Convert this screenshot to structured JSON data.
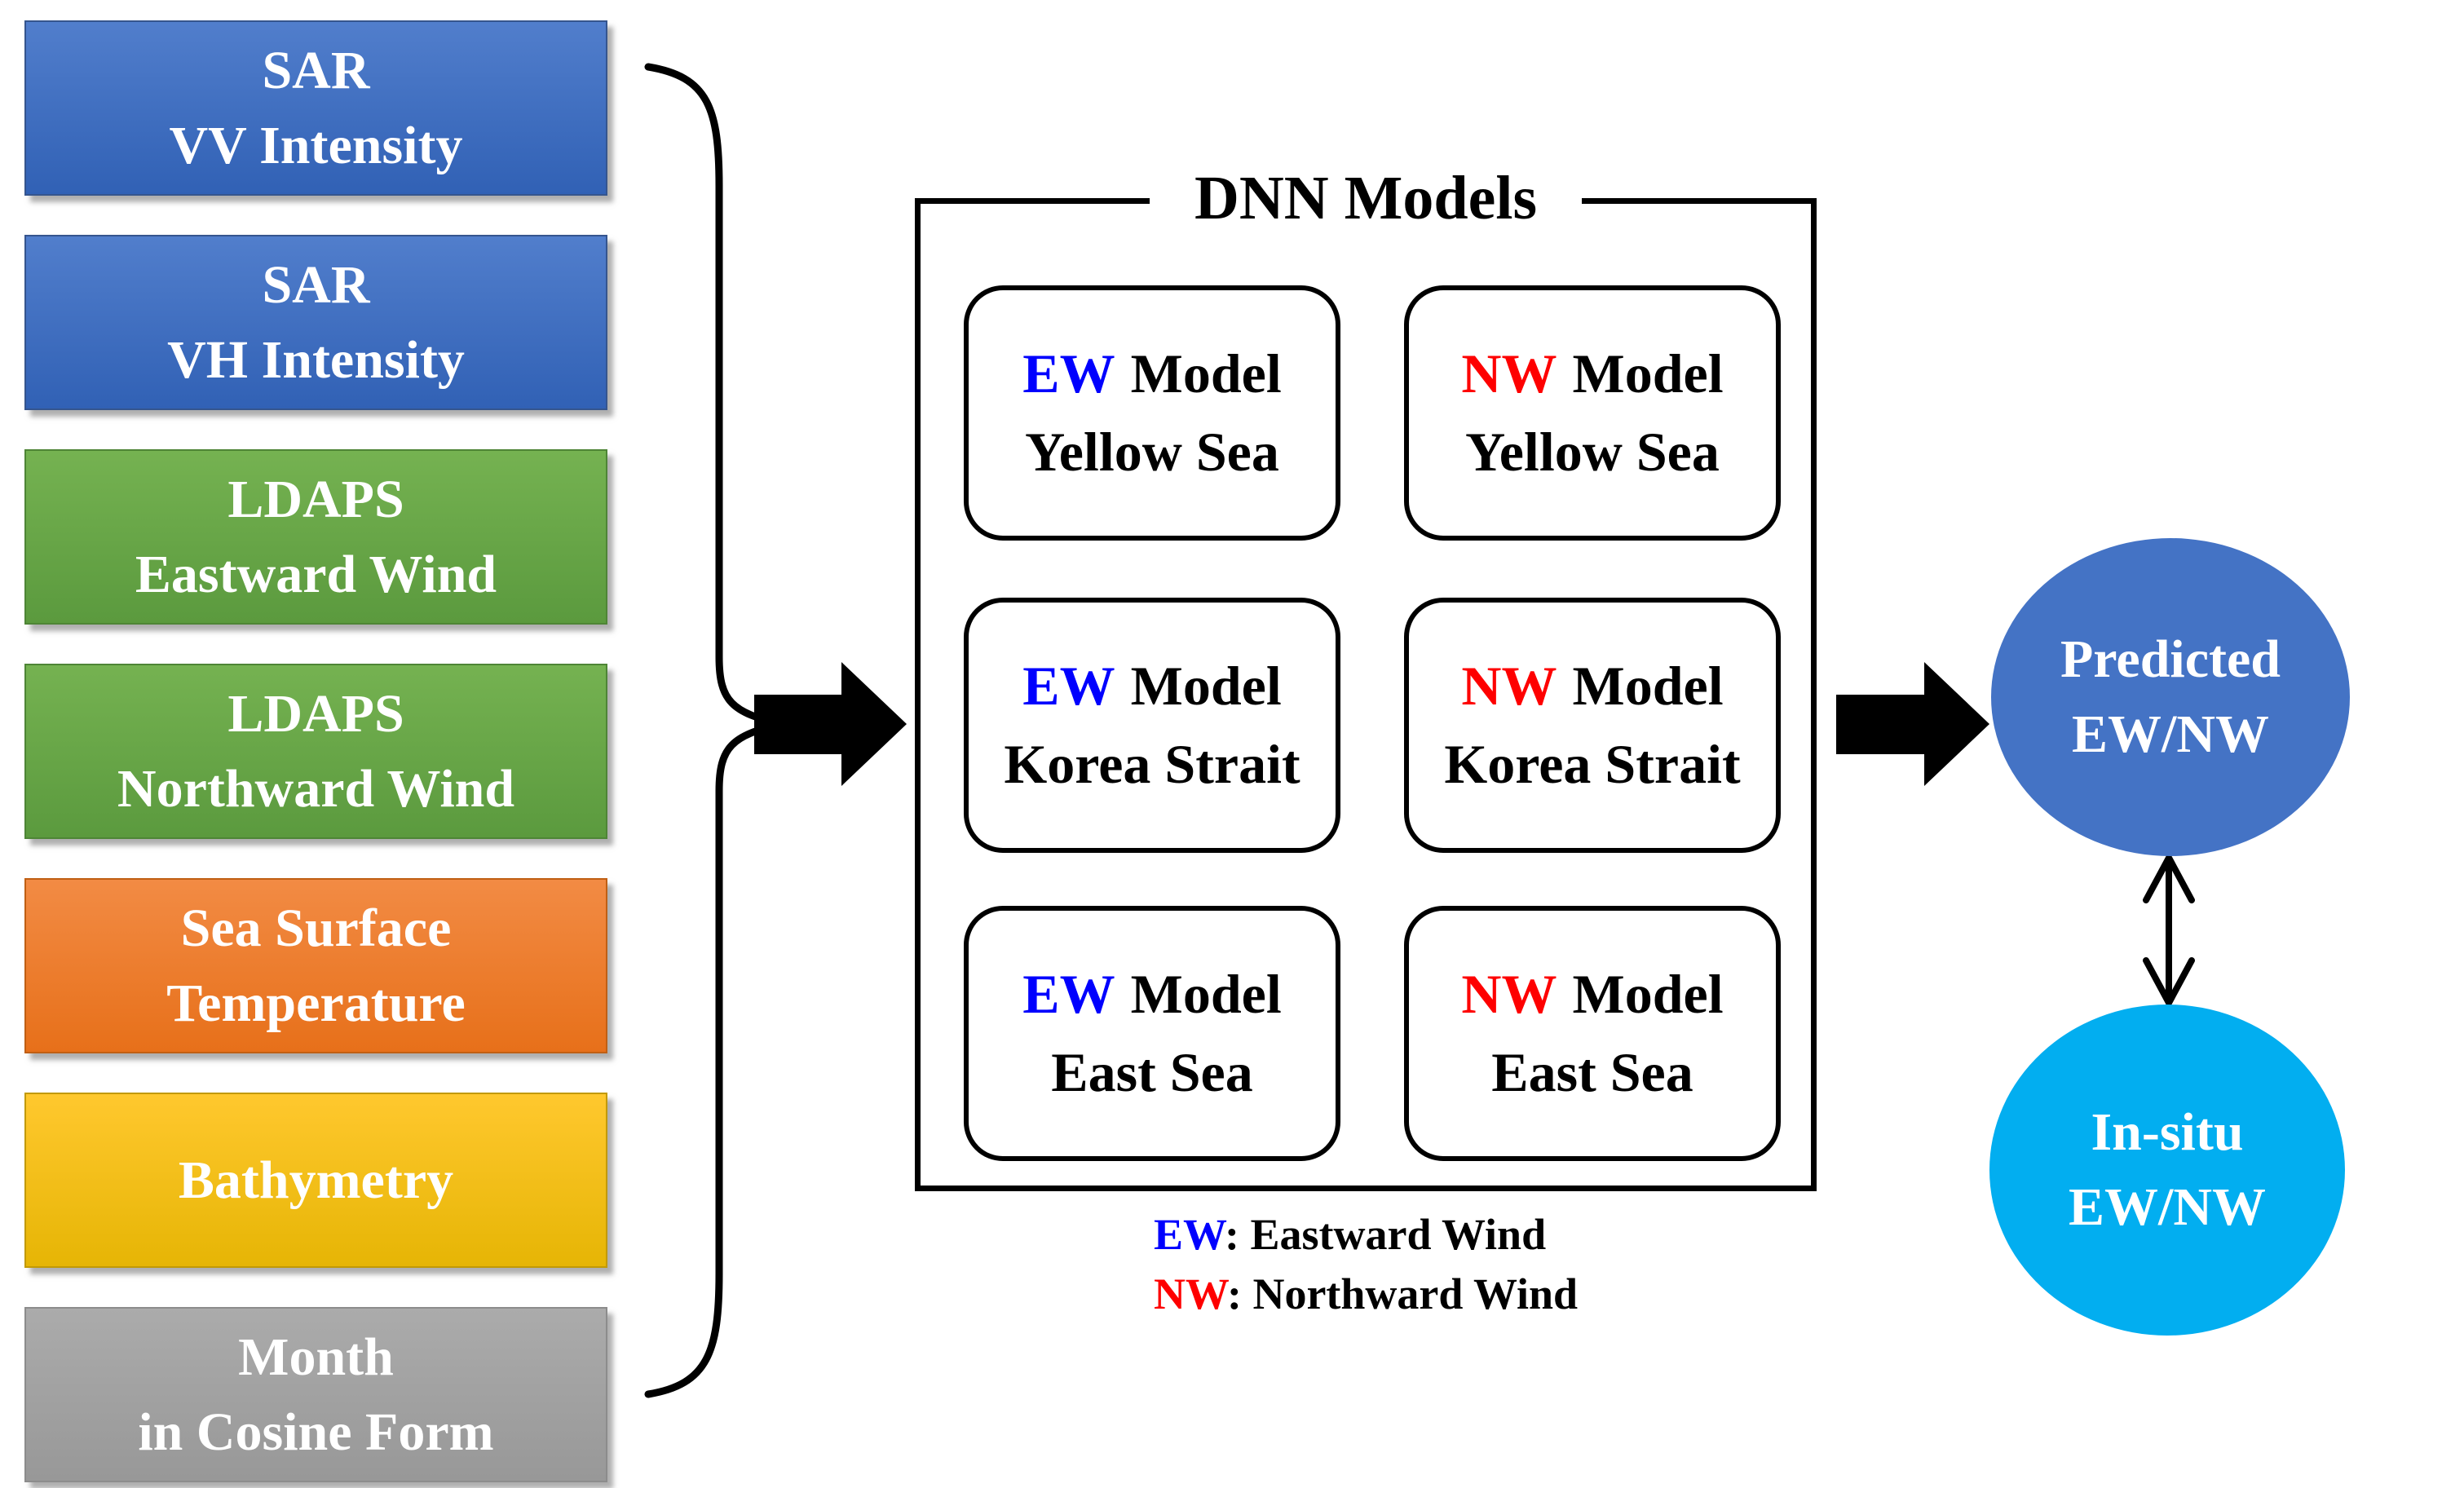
{
  "figure": {
    "background": "#ffffff",
    "accent_blue": "#0000FE",
    "accent_red": "#FE0000"
  },
  "inputs": {
    "items": [
      {
        "name": "sar-vv-intensity",
        "line1": "SAR",
        "line2": "VV Intensity",
        "color": "#4472C4"
      },
      {
        "name": "sar-vh-intensity",
        "line1": "SAR",
        "line2": "VH Intensity",
        "color": "#4472C4"
      },
      {
        "name": "ldaps-eastward-wind",
        "line1": "LDAPS",
        "line2": "Eastward Wind",
        "color": "#6AA84F"
      },
      {
        "name": "ldaps-northward-wind",
        "line1": "LDAPS",
        "line2": "Northward Wind",
        "color": "#6AA84F"
      },
      {
        "name": "sea-surface-temperature",
        "line1": "Sea Surface",
        "line2": "Temperature",
        "color": "#ED7D31"
      },
      {
        "name": "bathymetry",
        "line1": "Bathymetry",
        "line2": "",
        "color": "#FFC000"
      },
      {
        "name": "month-in-cosine-form",
        "line1": "Month",
        "line2": "in Cosine Form",
        "color": "#A6A6A6"
      }
    ]
  },
  "dnn": {
    "title": "DNN Models",
    "models": [
      {
        "prefix": "EW",
        "rest": "Model",
        "region": "Yellow Sea",
        "prefix_color": "#0000FE"
      },
      {
        "prefix": "NW",
        "rest": "Model",
        "region": "Yellow Sea",
        "prefix_color": "#FE0000"
      },
      {
        "prefix": "EW",
        "rest": "Model",
        "region": "Korea Strait",
        "prefix_color": "#0000FE"
      },
      {
        "prefix": "NW",
        "rest": "Model",
        "region": "Korea Strait",
        "prefix_color": "#FE0000"
      },
      {
        "prefix": "EW",
        "rest": "Model",
        "region": "East Sea",
        "prefix_color": "#0000FE"
      },
      {
        "prefix": "NW",
        "rest": "Model",
        "region": "East Sea",
        "prefix_color": "#FE0000"
      }
    ],
    "legend": [
      {
        "abbr": "EW",
        "desc": ": Eastward Wind",
        "abbr_color": "#0000FE"
      },
      {
        "abbr": "NW",
        "desc": ": Northward Wind",
        "abbr_color": "#FE0000"
      }
    ]
  },
  "outputs": {
    "predicted": {
      "line1": "Predicted",
      "line2": "EW/NW",
      "color": "#4473C5"
    },
    "insitu": {
      "line1": "In-situ",
      "line2": "EW/NW",
      "color": "#02AEF0"
    }
  }
}
